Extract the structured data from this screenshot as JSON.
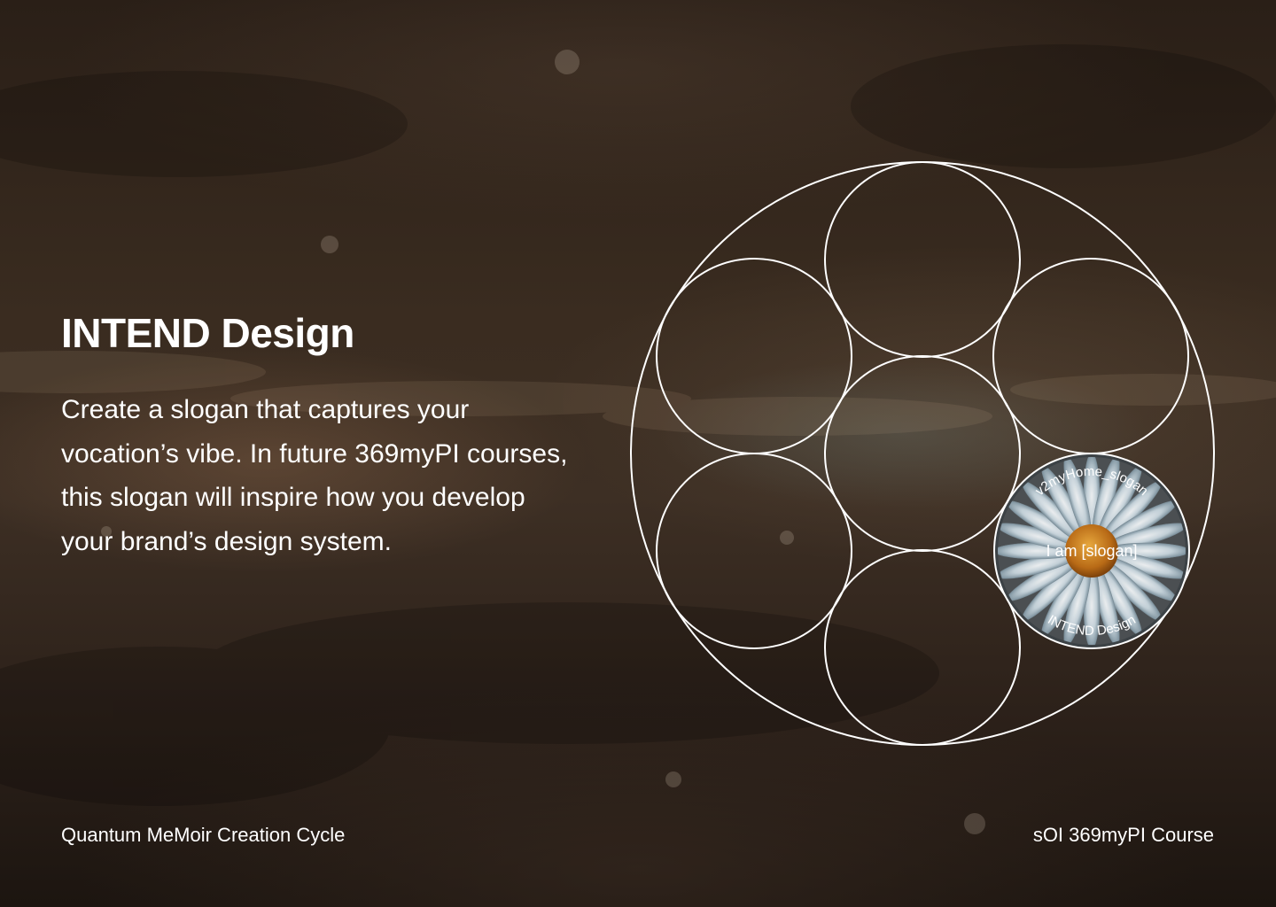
{
  "heading": "INTEND Design",
  "description": "Create a slogan that captures your vocation’s vibe. In future 369myPI courses, this slogan will inspire how you develop your brand’s design system.",
  "footer": {
    "left": "Quantum MeMoir Creation Cycle",
    "right": "sOI 369myPI Course"
  },
  "badge": {
    "top_text": "v2myHome_slogan",
    "center_text": "I am [slogan]",
    "bottom_text": "INTEND Design",
    "image": "daisy-flower"
  },
  "colors": {
    "text": "#ffffff",
    "circle_stroke": "#ffffff",
    "background": "#3a2c20"
  }
}
